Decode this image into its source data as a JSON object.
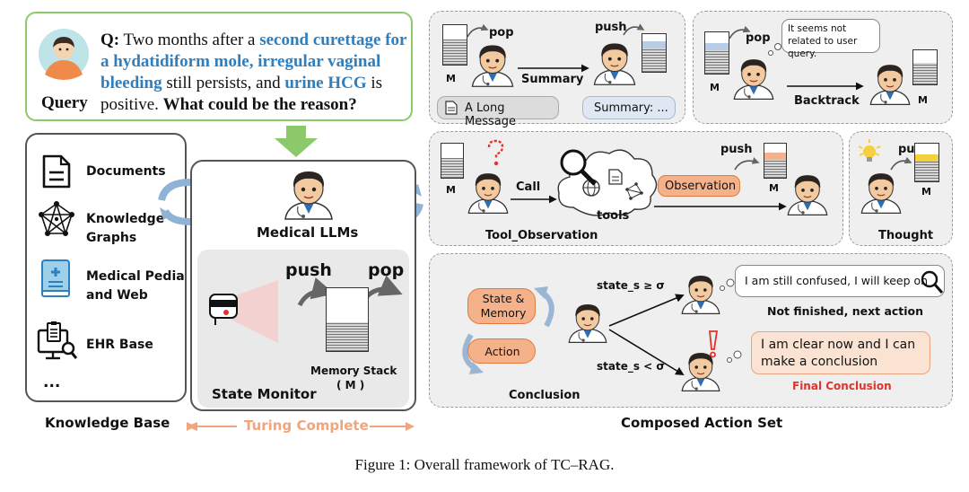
{
  "query": {
    "label": "Query",
    "q_prefix": "Q:",
    "seg1": " Two months after a ",
    "hl1": "second curettage for a hydatidiform mole, irregular vaginal bleeding",
    "seg2": " still persists, and ",
    "hl2": "urine HCG",
    "seg3": " is positive. ",
    "bold_end": "What could be the reason?"
  },
  "knowledge_base": {
    "items": [
      "Documents",
      "Knowledge Graphs",
      "Medical Pedia and Web",
      "EHR Base",
      "..."
    ],
    "title": "Knowledge Base"
  },
  "center": {
    "llm_label": "Medical LLMs",
    "push": "push",
    "pop": "pop",
    "memory_stack": "Memory Stack",
    "memory_m": "( M )",
    "state_monitor": "State Monitor",
    "turing": "Turing Complete"
  },
  "actions": {
    "summary": {
      "pop": "pop",
      "push": "push",
      "summary": "Summary",
      "m": "M",
      "long_message": "A Long Message",
      "summary_box": "Summary: ..."
    },
    "backtrack": {
      "pop": "pop",
      "bubble": "It seems not related to user query.",
      "m": "M",
      "label": "Backtrack"
    },
    "tool": {
      "m": "M",
      "call": "Call",
      "tools": "tools",
      "observation": "Observation",
      "push": "push",
      "label": "Tool_Observation"
    },
    "thought": {
      "push": "push",
      "m": "M",
      "label": "Thought"
    },
    "conclusion": {
      "state_memory": "State & Memory",
      "action": "Action",
      "cond_ge": "state_s ≥ σ",
      "cond_lt": "state_s < σ",
      "bubble1": "I am still confused, I will keep on",
      "not_finished": "Not finished, next action",
      "bubble2": "I am clear now and I can make a conclusion",
      "final": "Final Conclusion",
      "label": "Conclusion"
    },
    "title": "Composed Action Set"
  },
  "caption": {
    "prefix": "Figure 1: Overall framework of ",
    "tc": "TC",
    "dash": "–",
    "rag": "RAG",
    "end": "."
  },
  "colors": {
    "green": "#8cc96a",
    "blue": "#2d7fc0",
    "orange": "#e07a3f",
    "red": "#e0332a",
    "yellow": "#f4d03f"
  }
}
